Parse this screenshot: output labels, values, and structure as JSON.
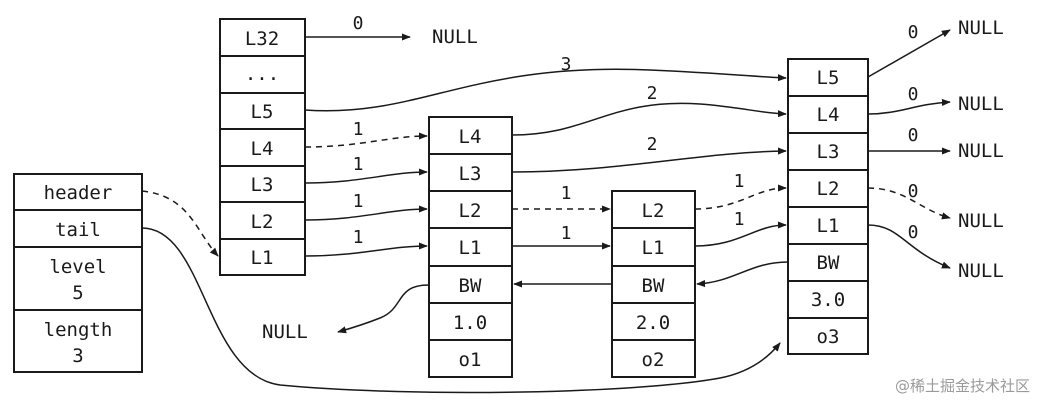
{
  "skiplist": {
    "cells": [
      "header",
      "tail",
      "level",
      "5",
      "length",
      "3"
    ]
  },
  "header_node": {
    "levels": [
      "L32",
      "...",
      "L5",
      "L4",
      "L3",
      "L2",
      "L1"
    ]
  },
  "nodes": [
    {
      "levels": [
        "L4",
        "L3",
        "L2",
        "L1"
      ],
      "backward": "BW",
      "score": "1.0",
      "obj": "o1"
    },
    {
      "levels": [
        "L2",
        "L1"
      ],
      "backward": "BW",
      "score": "2.0",
      "obj": "o2"
    },
    {
      "levels": [
        "L5",
        "L4",
        "L3",
        "L2",
        "L1"
      ],
      "backward": "BW",
      "score": "3.0",
      "obj": "o3"
    }
  ],
  "null_label": "NULL",
  "spans": {
    "h_l32": "0",
    "h_l5": "3",
    "h_l4": "1",
    "h_l3": "1",
    "h_l2": "1",
    "h_l1": "1",
    "n1_l4": "2",
    "n1_l3": "2",
    "n1_l2": "1",
    "n1_l1": "1",
    "n2_l2": "1",
    "n2_l1": "1",
    "n3_l5": "0",
    "n3_l4": "0",
    "n3_l3": "0",
    "n3_l2": "0",
    "n3_l1": "0"
  },
  "watermark": "@稀土掘金技术社区"
}
